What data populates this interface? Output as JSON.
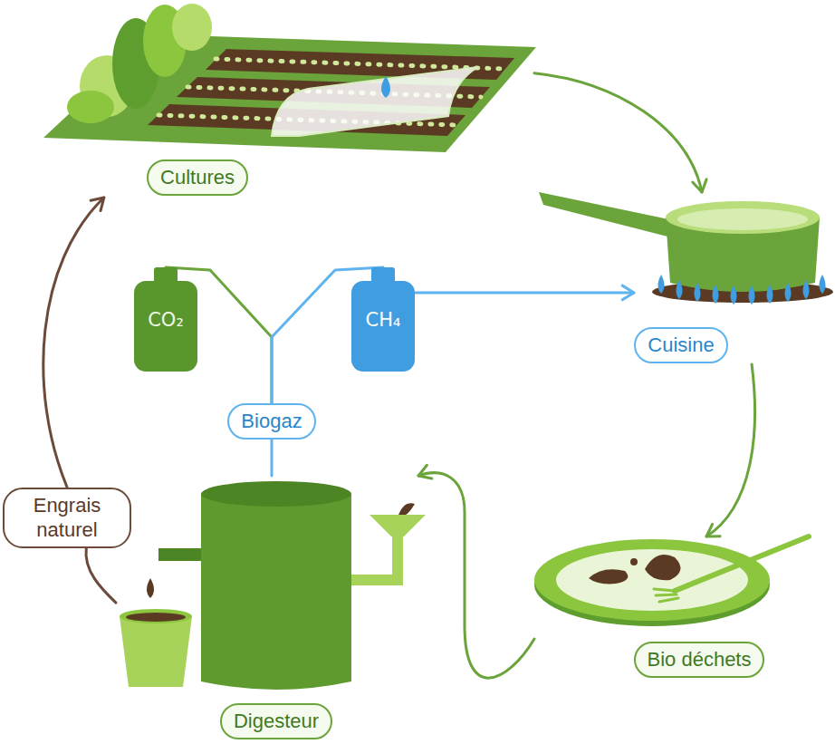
{
  "diagram": {
    "nodes": [
      {
        "text": [
          "Cultures"
        ]
      },
      {
        "text": [
          "CO₂"
        ]
      },
      {
        "text": [
          "CH₄"
        ]
      },
      {
        "text": [
          "Cuisine"
        ]
      },
      {
        "text": [
          "Biogaz"
        ]
      },
      {
        "text": [
          "Engrais naturel"
        ]
      },
      {
        "text": [
          "Digesteur"
        ]
      },
      {
        "text": [
          "Bio déchets"
        ]
      }
    ],
    "edges": [
      {
        "from": 0,
        "to": 3,
        "arrow": "to"
      },
      {
        "from": 2,
        "to": 3,
        "arrow": "to"
      },
      {
        "from": 3,
        "to": 7,
        "arrow": "to"
      },
      {
        "from": 4,
        "to": 1,
        "arrow": "none"
      },
      {
        "from": 4,
        "to": 2,
        "arrow": "none"
      },
      {
        "from": 6,
        "to": 4,
        "arrow": "none"
      },
      {
        "from": 7,
        "to": 6,
        "arrow": "to"
      },
      {
        "from": 6,
        "to": 5,
        "arrow": "none"
      },
      {
        "from": 5,
        "to": 0,
        "arrow": "to"
      }
    ]
  }
}
